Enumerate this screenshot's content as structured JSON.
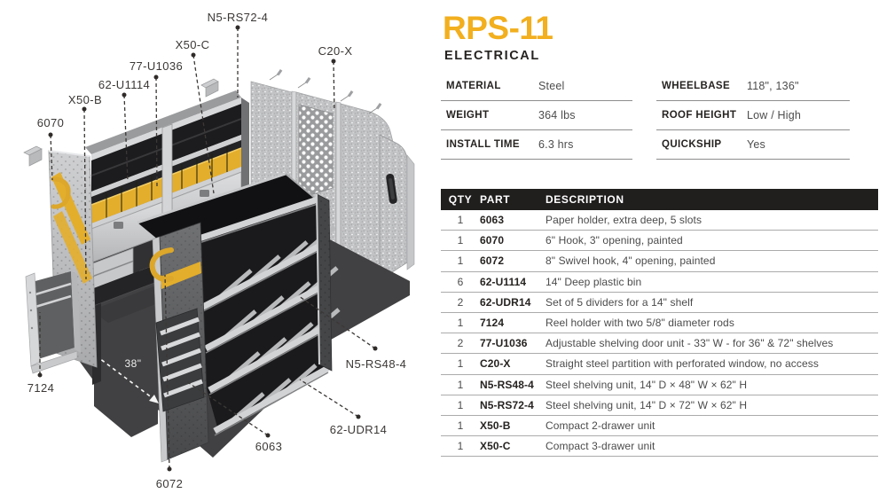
{
  "header": {
    "title": "RPS-11",
    "subtitle": "ELECTRICAL",
    "accent_color": "#F2AF1E"
  },
  "specs": [
    {
      "label": "MATERIAL",
      "value": "Steel"
    },
    {
      "label": "WEIGHT",
      "value": "364 lbs"
    },
    {
      "label": "INSTALL TIME",
      "value": "6.3 hrs"
    },
    {
      "label": "WHEELBASE",
      "value": "118\", 136\""
    },
    {
      "label": "ROOF HEIGHT",
      "value": "Low / High"
    },
    {
      "label": "QUICKSHIP",
      "value": "Yes"
    }
  ],
  "parts_table": {
    "columns": [
      "QTY",
      "PART",
      "DESCRIPTION"
    ],
    "rows": [
      {
        "qty": "1",
        "part": "6063",
        "description": "Paper holder, extra deep, 5 slots"
      },
      {
        "qty": "1",
        "part": "6070",
        "description": "6\" Hook, 3\" opening, painted"
      },
      {
        "qty": "1",
        "part": "6072",
        "description": "8\" Swivel hook, 4\" opening, painted"
      },
      {
        "qty": "6",
        "part": "62-U1114",
        "description": "14\" Deep plastic bin"
      },
      {
        "qty": "2",
        "part": "62-UDR14",
        "description": "Set of 5 dividers for a 14\" shelf"
      },
      {
        "qty": "1",
        "part": "7124",
        "description": "Reel holder with two 5/8\" diameter rods"
      },
      {
        "qty": "2",
        "part": "77-U1036",
        "description": "Adjustable shelving door unit - 33\" W - for 36\" & 72\" shelves"
      },
      {
        "qty": "1",
        "part": "C20-X",
        "description": "Straight steel partition with perforated window, no access"
      },
      {
        "qty": "1",
        "part": "N5-RS48-4",
        "description": "Steel shelving unit, 14\" D × 48\" W × 62\" H"
      },
      {
        "qty": "1",
        "part": "N5-RS72-4",
        "description": "Steel shelving unit, 14\" D × 72\" W × 62\" H"
      },
      {
        "qty": "1",
        "part": "X50-B",
        "description": "Compact 2-drawer unit"
      },
      {
        "qty": "1",
        "part": "X50-C",
        "description": "Compact 3-drawer unit"
      }
    ]
  },
  "illustration": {
    "callouts": [
      {
        "label": "N5-RS72-4"
      },
      {
        "label": "X50-C"
      },
      {
        "label": "77-U1036"
      },
      {
        "label": "62-U1114"
      },
      {
        "label": "X50-B"
      },
      {
        "label": "6070"
      },
      {
        "label": "C20-X"
      },
      {
        "label": "7124"
      },
      {
        "label": "6072"
      },
      {
        "label": "6063"
      },
      {
        "label": "62-UDR14"
      },
      {
        "label": "N5-RS48-4"
      }
    ],
    "dimension_label": "38\""
  }
}
